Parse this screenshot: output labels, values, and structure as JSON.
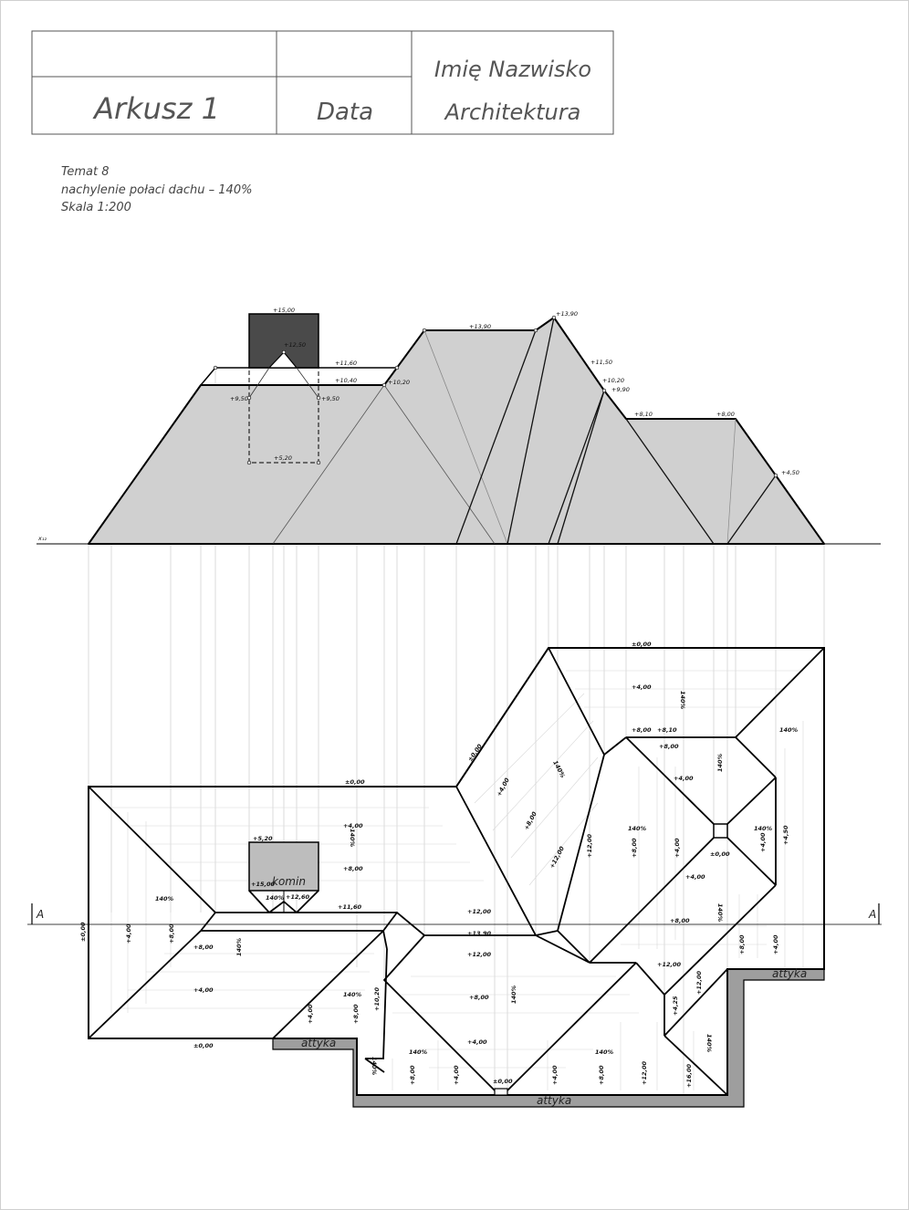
{
  "title_block": {
    "sheet": "Arkusz  1",
    "date": "Data",
    "name": "Imię  Nazwisko",
    "dept": "Architektura"
  },
  "info": {
    "line1": "Temat  8",
    "line2": "nachylenie  połaci  dachu  –  140%",
    "line3": "Skala  1:200"
  },
  "elevation": {
    "axis_label": "x₁₂",
    "heights": {
      "chimney_top": "+15,00",
      "chimney_opening": "+12,50",
      "left_ridge_upper": "+11,60",
      "left_ridge": "+10,40",
      "left_a": "+9,50",
      "left_b": "+9,50",
      "mid_a": "+10,20",
      "chimney_bottom": "+5,20",
      "main_ridge": "+13,90",
      "peak": "+13,90",
      "right_a": "+11,50",
      "right_b": "+10,20",
      "right_c": "+9,90",
      "right_ridge_a": "+8,10",
      "right_ridge_b": "+8,00",
      "far_right": "+4,50"
    }
  },
  "plan": {
    "section_mark": "A",
    "chimney": "komin",
    "parapet": "attyka",
    "slope": "140%",
    "levels": {
      "l0": "±0,00",
      "l4": "+4,00",
      "l8": "+8,00",
      "l810": "+8,10",
      "l12": "+12,00",
      "l1160": "+11,60",
      "l1390": "+13,90",
      "l520": "+5,20",
      "l1500": "+15,00",
      "l1260": "+12,60",
      "l1020": "+10,20",
      "l425": "+4,25",
      "l450": "+4,50",
      "l16": "+16,00"
    }
  }
}
